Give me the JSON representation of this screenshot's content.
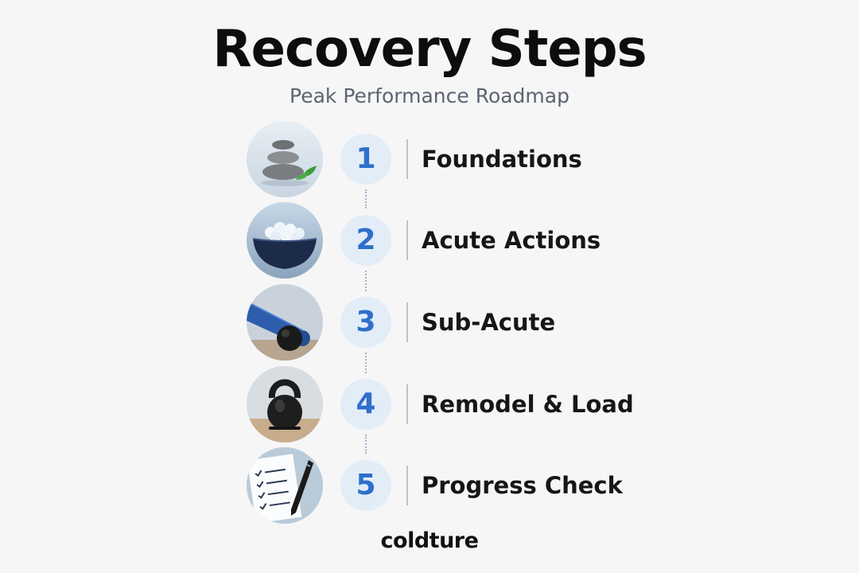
{
  "header": {
    "title": "Recovery Steps",
    "subtitle": "Peak Performance Roadmap"
  },
  "steps": [
    {
      "number": "1",
      "label": "Foundations",
      "icon": "stacked-stones-icon"
    },
    {
      "number": "2",
      "label": "Acute Actions",
      "icon": "ice-bowl-icon"
    },
    {
      "number": "3",
      "label": "Sub-Acute",
      "icon": "foam-roller-mat-icon"
    },
    {
      "number": "4",
      "label": "Remodel & Load",
      "icon": "kettlebell-icon"
    },
    {
      "number": "5",
      "label": "Progress Check",
      "icon": "checklist-pen-icon"
    }
  ],
  "footer": {
    "brand": "coldture"
  },
  "colors": {
    "accent": "#2f6fcb",
    "number_bg": "#e3edf8",
    "background": "#f6f6f7"
  }
}
